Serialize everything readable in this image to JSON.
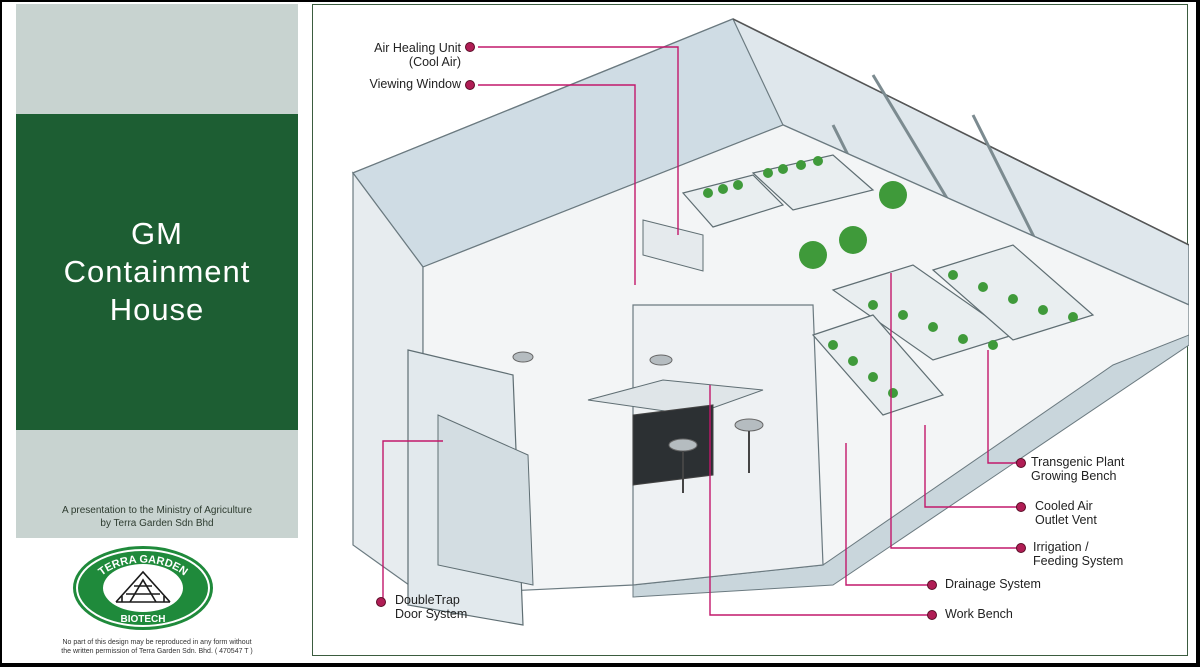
{
  "title": {
    "line1": "GM",
    "line2": "Containment",
    "line3": "House"
  },
  "presentation": {
    "line1": "A presentation to the Ministry of Agriculture",
    "line2": "by Terra Garden Sdn Bhd"
  },
  "logo": {
    "top_text": "TERRA GARDEN",
    "bottom_text": "BIOTECH"
  },
  "copyright": {
    "line1": "No part of this design may be reproduced in any form without",
    "line2": "the written permission of Terra Garden Sdn. Bhd. ( 470547 T )"
  },
  "callouts": {
    "air_unit_1": "Air Healing Unit",
    "air_unit_2": "(Cool Air)",
    "viewing_window": "Viewing Window",
    "transgenic_1": "Transgenic Plant",
    "transgenic_2": "Growing Bench",
    "cooled_air_1": "Cooled Air",
    "cooled_air_2": "Outlet Vent",
    "irrigation_1": "Irrigation /",
    "irrigation_2": "Feeding System",
    "drainage": "Drainage System",
    "work_bench": "Work Bench",
    "double_trap_1": "DoubleTrap",
    "double_trap_2": "Door System"
  },
  "colors": {
    "green": "#1d5e33",
    "grey": "#c8d3d0",
    "leader": "#c2186b",
    "marker": "#b01d55"
  }
}
